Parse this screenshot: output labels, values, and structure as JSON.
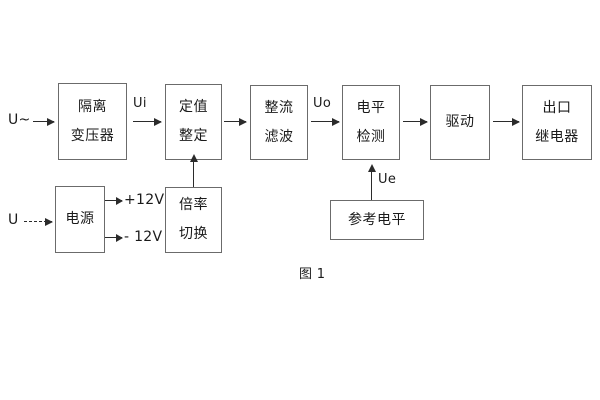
{
  "figure": {
    "caption": "图 1"
  },
  "inputs": {
    "ac_source": "U~",
    "dc_source": "U"
  },
  "signals": {
    "ui": "Ui",
    "uo": "Uo",
    "ue": "Ue"
  },
  "rails": {
    "positive": "+12V",
    "negative": "- 12V"
  },
  "blocks": [
    {
      "id": "isolation-transformer",
      "line1": "隔离",
      "line2": "变压器"
    },
    {
      "id": "setpoint-setting",
      "line1": "定值",
      "line2": "整定"
    },
    {
      "id": "rectify-filter",
      "line1": "整流",
      "line2": "滤波"
    },
    {
      "id": "level-detection",
      "line1": "电平",
      "line2": "检测"
    },
    {
      "id": "drive",
      "line1": "驱动",
      "line2": ""
    },
    {
      "id": "output-relay",
      "line1": "出口",
      "line2": "继电器"
    },
    {
      "id": "power-supply",
      "line1": "电源",
      "line2": ""
    },
    {
      "id": "ratio-switching",
      "line1": "倍率",
      "line2": "切换"
    },
    {
      "id": "reference-level",
      "line1": "参考电平",
      "line2": ""
    }
  ],
  "colors": {
    "block_border": "#6b6b6b",
    "line": "#2b2b2b",
    "text": "#1a1a1a",
    "background": "#ffffff"
  }
}
